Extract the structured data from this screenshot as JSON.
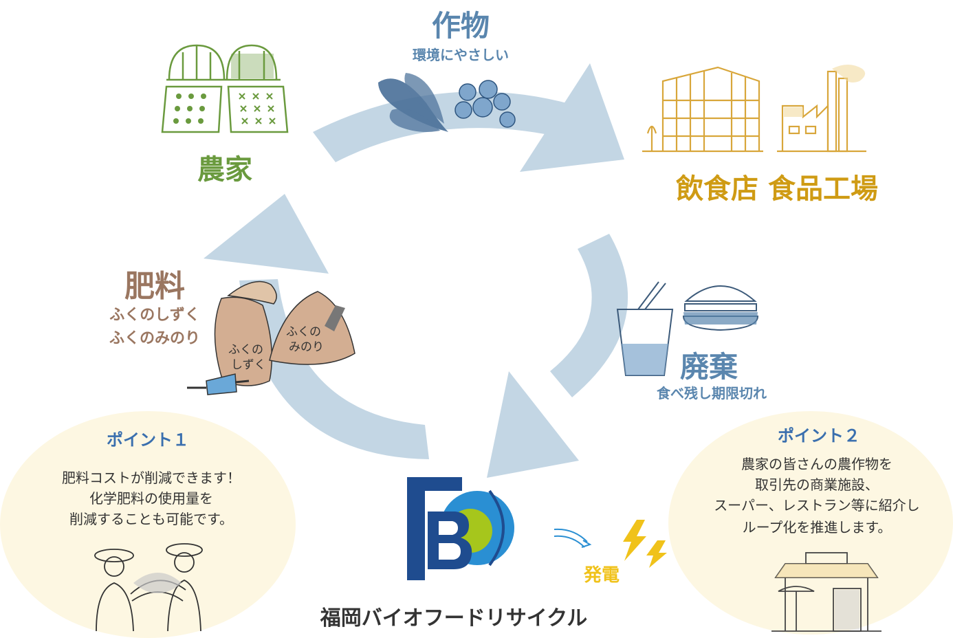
{
  "colors": {
    "arrow": "#c3d6e4",
    "farmer_green": "#6a9a3e",
    "crop_blue": "#5a86ae",
    "restaurant_gold": "#cf9b14",
    "fertilizer_brown": "#9a7660",
    "waste_blue": "#5a86ae",
    "point_blue": "#3a6fae",
    "power_yellow": "#f0c21a",
    "ellipse_fill": "#fdf7e2",
    "logo_blue": "#1f4c8f",
    "logo_light_blue": "#2a8fd3",
    "logo_green": "#a6c61c"
  },
  "farmer": {
    "title": "農家",
    "icon": "greenhouse-field-icon"
  },
  "crop": {
    "title": "作物",
    "subtitle": "環境にやさしい",
    "icon": "spinach-blueberry-icon"
  },
  "business": {
    "title": "飲食店 食品工場",
    "icon": "buildings-factory-icon"
  },
  "waste": {
    "title": "廃棄",
    "subtitle": "食べ残し期限切れ",
    "icon": "drink-burger-icon"
  },
  "fertilizer": {
    "title": "肥料",
    "subtitle1": "ふくのしずく",
    "subtitle2": "ふくのみのり",
    "bag1": [
      "ふくの",
      "しずく"
    ],
    "bag2": [
      "ふくの",
      "みのり"
    ],
    "icon": "fertilizer-bags-icon"
  },
  "point1": {
    "title": "ポイント１",
    "lines": [
      "肥料コストが削減できます！",
      "化学肥料の使用量を",
      "削減することも可能です。"
    ],
    "icon": "farmers-harvest-icon"
  },
  "point2": {
    "title": "ポイント２",
    "lines": [
      "農家の皆さんの農作物を",
      "取引先の商業施設、",
      "スーパー、レストラン等に紹介し",
      "ループ化を推進します。"
    ],
    "icon": "storefront-icon"
  },
  "power": {
    "label": "発電",
    "icon": "lightning-icon"
  },
  "company": {
    "name": "福岡バイオフードリサイクル",
    "logo_letters": [
      "F",
      "B"
    ]
  }
}
